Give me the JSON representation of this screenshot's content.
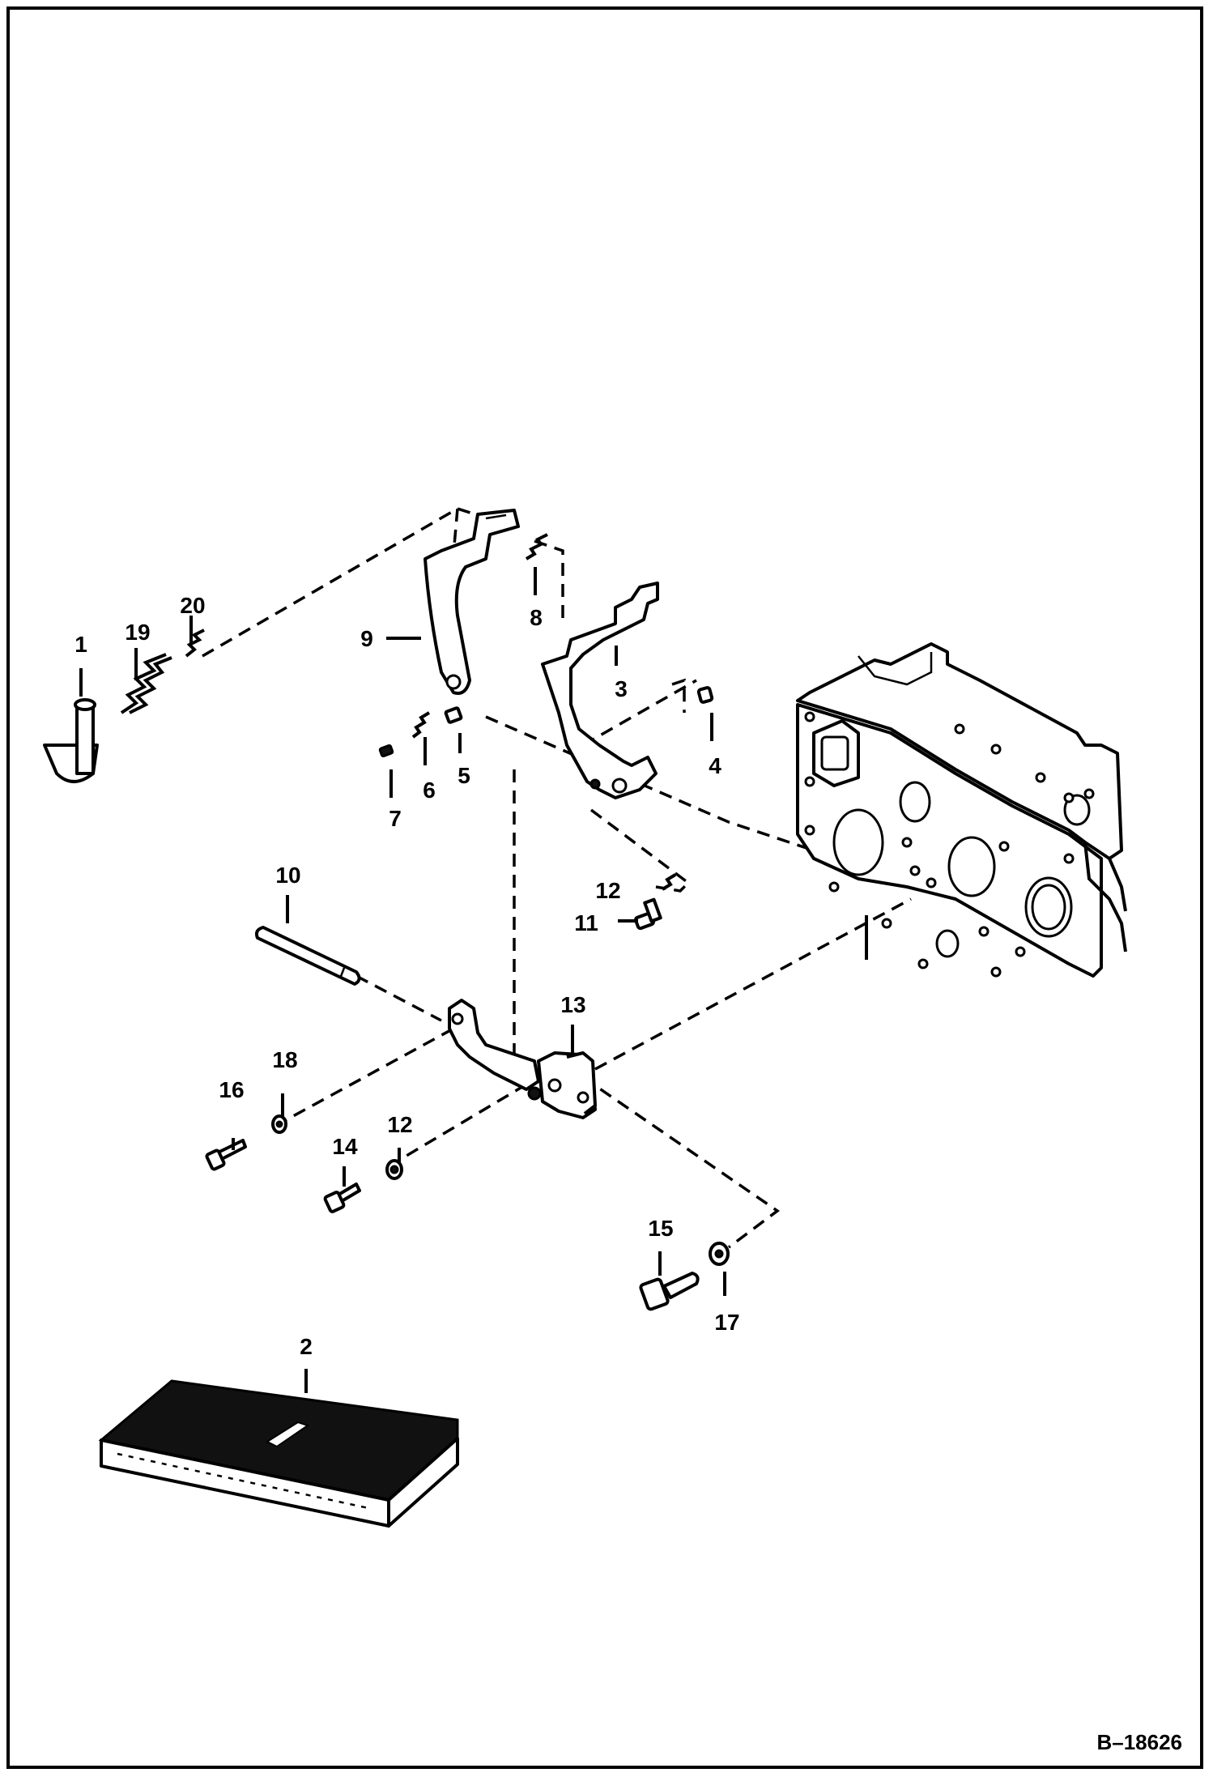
{
  "diagram": {
    "callouts": [
      {
        "id": "c1",
        "label": "1"
      },
      {
        "id": "c2",
        "label": "2"
      },
      {
        "id": "c3",
        "label": "3"
      },
      {
        "id": "c4",
        "label": "4"
      },
      {
        "id": "c5",
        "label": "5"
      },
      {
        "id": "c6",
        "label": "6"
      },
      {
        "id": "c7",
        "label": "7"
      },
      {
        "id": "c8",
        "label": "8"
      },
      {
        "id": "c9",
        "label": "9"
      },
      {
        "id": "c10",
        "label": "10"
      },
      {
        "id": "c11",
        "label": "11"
      },
      {
        "id": "c12a",
        "label": "12"
      },
      {
        "id": "c12b",
        "label": "12"
      },
      {
        "id": "c13",
        "label": "13"
      },
      {
        "id": "c14",
        "label": "14"
      },
      {
        "id": "c15",
        "label": "15"
      },
      {
        "id": "c16",
        "label": "16"
      },
      {
        "id": "c17",
        "label": "17"
      },
      {
        "id": "c18",
        "label": "18"
      },
      {
        "id": "c19",
        "label": "19"
      },
      {
        "id": "c20",
        "label": "20"
      }
    ],
    "document_number": "B–18626"
  }
}
